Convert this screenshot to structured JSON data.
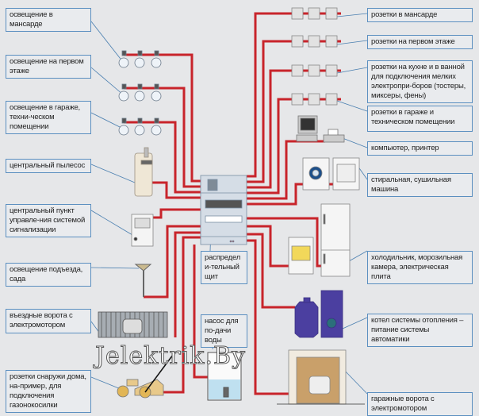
{
  "left_labels": {
    "attic_lighting": "освещение в мансарде",
    "first_floor_lighting": "освещение на первом этаже",
    "garage_lighting": "освещение в гараже, техни-ческом помещении",
    "central_vacuum": "центральный пылесос",
    "alarm_control": "центральный пункт управле-ния системой сигнализации",
    "porch_garden_lighting": "освещение подъезда, сада",
    "entry_gate": "въездные ворота с электромотором",
    "outdoor_outlets": "розетки снаружи дома, на-пример, для подключения газонокосилки"
  },
  "center_labels": {
    "distribution_board": "распредели-тельный щит",
    "water_pump": "насос для по-дачи воды"
  },
  "right_labels": {
    "attic_outlets": "розетки в мансарде",
    "first_floor_outlets": "розетки на первом этаже",
    "kitchen_bath_outlets": "розетки на кухне и в ванной для подключения мелких электропри-боров (тостеры, миксеры, фены)",
    "garage_outlets": "розетки в гараже и техническом помещении",
    "computer_printer": "компьютер, принтер",
    "washer_dryer": "стиральная, сушильная машина",
    "fridge_stove": "холодильник, морозильная камера, электрическая плита",
    "boiler": "котел системы отопления – питание системы автоматики",
    "garage_door": "гаражные ворота с электромотором"
  },
  "watermark": "Jelektrik.By",
  "colors": {
    "wire": "#c8242b",
    "label_border": "#5b8fc0",
    "background": "#e6e7e9",
    "boiler": "#4b3fa0"
  }
}
